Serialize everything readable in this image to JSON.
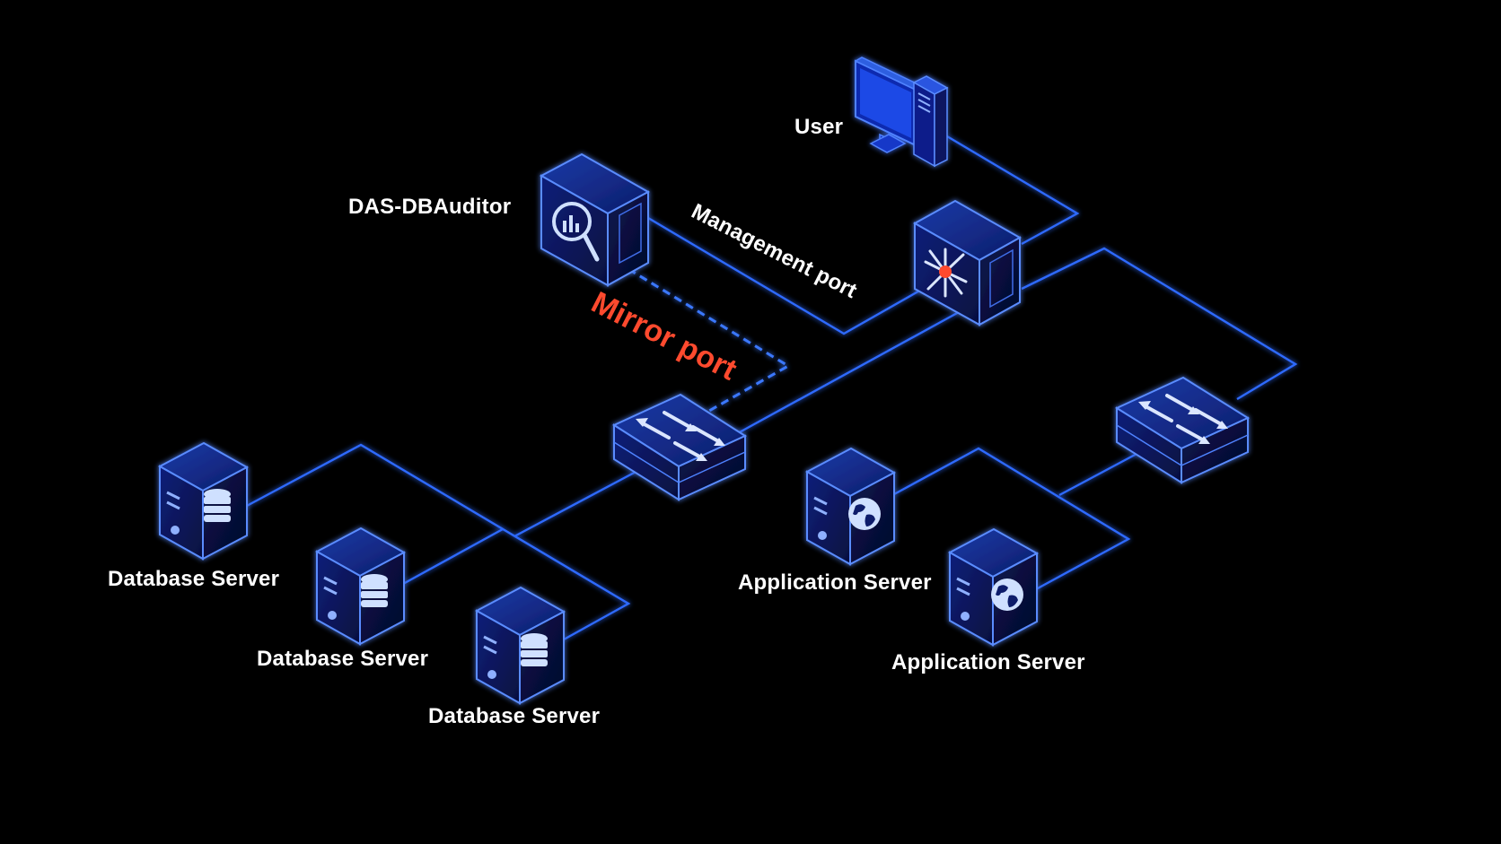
{
  "diagram": {
    "colors": {
      "background": "#000000",
      "link": "#2f6bff",
      "link_glow": "#1a4dff",
      "mirror_label": "#ff4a2e",
      "label": "#ffffff",
      "node_face": "#0a1a6b",
      "node_edge": "#5a8cff"
    },
    "labels": {
      "user": "User",
      "das": "DAS-DBAuditor",
      "management_port": "Management port",
      "mirror_port": "Mirror port",
      "db_server_1": "Database Server",
      "db_server_2": "Database Server",
      "db_server_3": "Database Server",
      "app_server_1": "Application Server",
      "app_server_2": "Application Server"
    },
    "nodes": [
      {
        "id": "user",
        "icon": "desktop-computer-icon"
      },
      {
        "id": "das",
        "icon": "magnifier-chart-icon"
      },
      {
        "id": "core-switch",
        "icon": "star-hub-icon"
      },
      {
        "id": "db-switch",
        "icon": "switch-arrows-icon"
      },
      {
        "id": "app-switch",
        "icon": "switch-arrows-icon"
      },
      {
        "id": "db1",
        "icon": "database-icon"
      },
      {
        "id": "db2",
        "icon": "database-icon"
      },
      {
        "id": "db3",
        "icon": "database-icon"
      },
      {
        "id": "app1",
        "icon": "globe-icon"
      },
      {
        "id": "app2",
        "icon": "globe-icon"
      }
    ],
    "links": [
      {
        "from": "user",
        "to": "core-switch",
        "style": "solid"
      },
      {
        "from": "das",
        "to": "core-switch",
        "style": "solid",
        "label": "management_port"
      },
      {
        "from": "das",
        "to": "db-switch",
        "style": "dashed",
        "label": "mirror_port"
      },
      {
        "from": "core-switch",
        "to": "db-switch",
        "style": "solid"
      },
      {
        "from": "core-switch",
        "to": "app-switch",
        "style": "solid"
      },
      {
        "from": "db-switch",
        "to": "db1",
        "style": "solid"
      },
      {
        "from": "db-switch",
        "to": "db2",
        "style": "solid"
      },
      {
        "from": "db-switch",
        "to": "db3",
        "style": "solid"
      },
      {
        "from": "app-switch",
        "to": "app1",
        "style": "solid"
      },
      {
        "from": "app-switch",
        "to": "app2",
        "style": "solid"
      }
    ]
  }
}
